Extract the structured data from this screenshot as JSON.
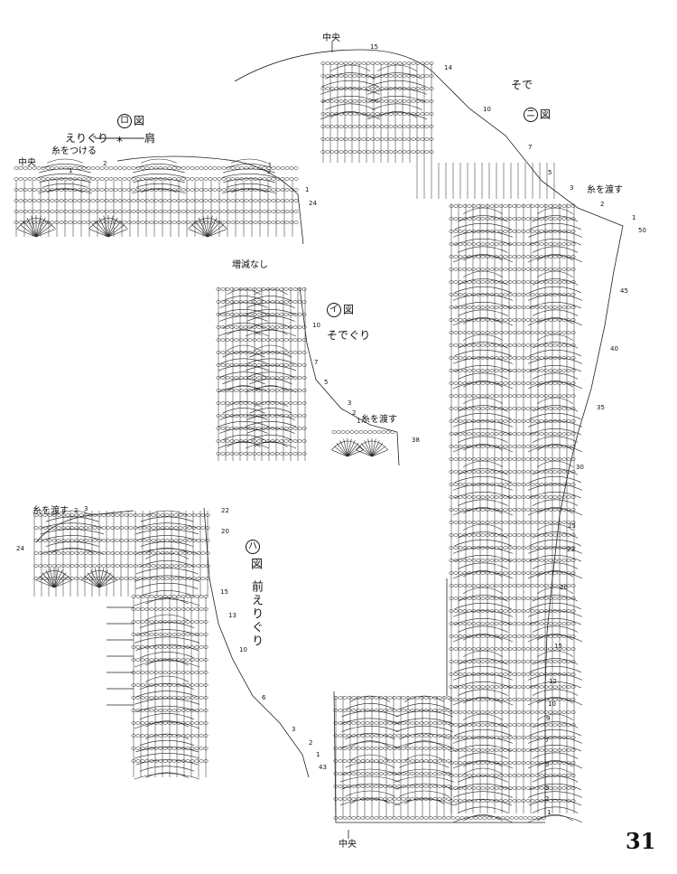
{
  "diagrams": {
    "ro": {
      "badge": "ロ",
      "suffix": "図",
      "subtitle": "えりぐり",
      "shoulder": "肩",
      "join_note": "糸をつける",
      "center": "中央",
      "row_labels": [
        "1",
        "2",
        "3",
        "2",
        "1",
        "24"
      ]
    },
    "i": {
      "badge": "イ",
      "suffix": "図",
      "subtitle": "そでぐり",
      "no_shaping": "増減なし",
      "carry_yarn": "糸を渡す",
      "row_labels": [
        "10",
        "7",
        "5",
        "3",
        "2",
        "1",
        "38"
      ]
    },
    "ha": {
      "badge": "ハ",
      "suffix": "図",
      "subtitle": "前えりぐり",
      "carry_yarn": "糸を渡す",
      "left_labels": [
        "2",
        "3",
        "24"
      ],
      "row_labels": [
        "22",
        "20",
        "15",
        "13",
        "10",
        "6",
        "3",
        "2",
        "1",
        "43"
      ]
    },
    "ni": {
      "title": "そで",
      "badge": "ニ",
      "suffix": "図",
      "center_top": "中央",
      "center_bottom": "中央",
      "carry_yarn": "糸を渡す",
      "top_labels": [
        "15",
        "14",
        "10",
        "7",
        "5",
        "3",
        "2",
        "1",
        "50"
      ],
      "row_labels": [
        "45",
        "40",
        "35",
        "30",
        "25",
        "23",
        "20",
        "15",
        "12",
        "10",
        "9",
        "7",
        "5",
        "3",
        "2",
        "1"
      ]
    }
  },
  "page_number": "31"
}
